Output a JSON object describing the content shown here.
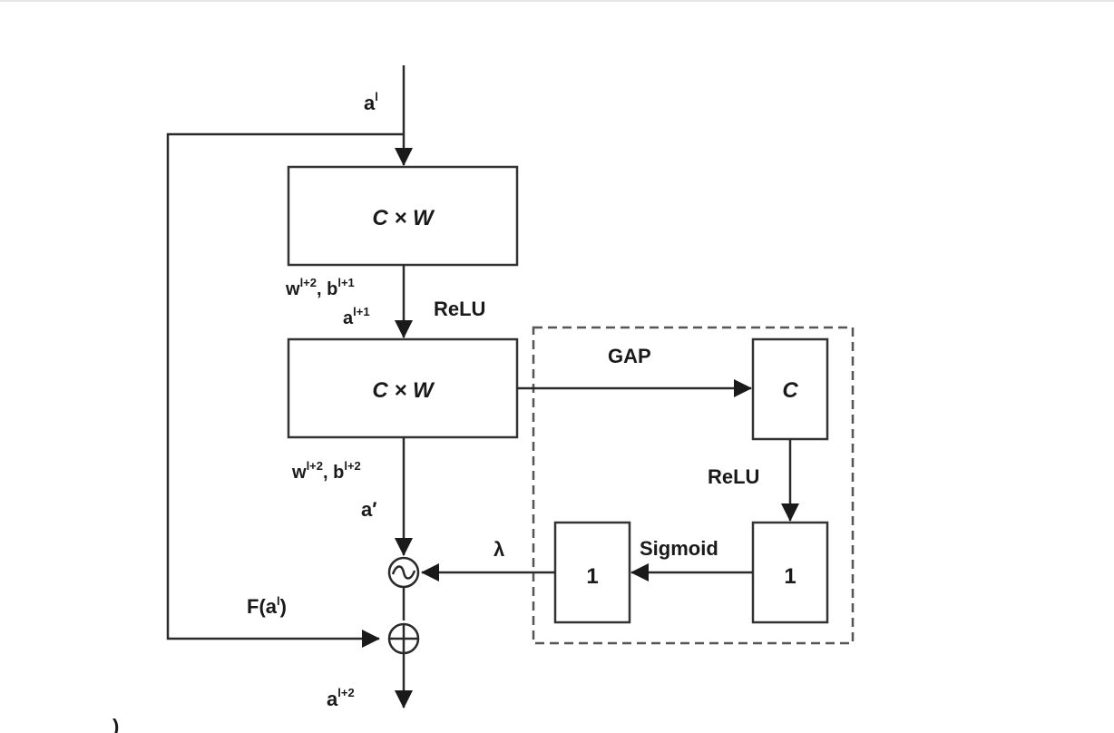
{
  "input_label": {
    "base": "a",
    "sup": "l"
  },
  "block1": {
    "label": "C × W"
  },
  "block1_params": {
    "base1": "w",
    "sup1": "l+2",
    "sep": ", ",
    "base2": "b",
    "sup2": "l+1"
  },
  "activation1": {
    "base": "a",
    "sup": "l+1"
  },
  "relu1_label": "ReLU",
  "block2": {
    "label": "C × W"
  },
  "block2_params": {
    "base1": "w",
    "sup1": "l+2",
    "sep": ", ",
    "base2": "b",
    "sup2": "l+2"
  },
  "a_prime_label": "a′",
  "gap_label": "GAP",
  "gap_box": {
    "label": "C"
  },
  "relu2_label": "ReLU",
  "fc_box_right": {
    "label": "1"
  },
  "sigmoid_label": "Sigmoid",
  "fc_box_left": {
    "label": "1"
  },
  "lambda_label": "λ",
  "scale_operator": {
    "symbol": "~"
  },
  "residual_label": {
    "prefix": "F(a",
    "sup": "l",
    "suffix": ")"
  },
  "add_operator": {
    "symbol": "+"
  },
  "output_label": {
    "base": "a",
    "sup": "l+2"
  },
  "stray_mark": ")"
}
